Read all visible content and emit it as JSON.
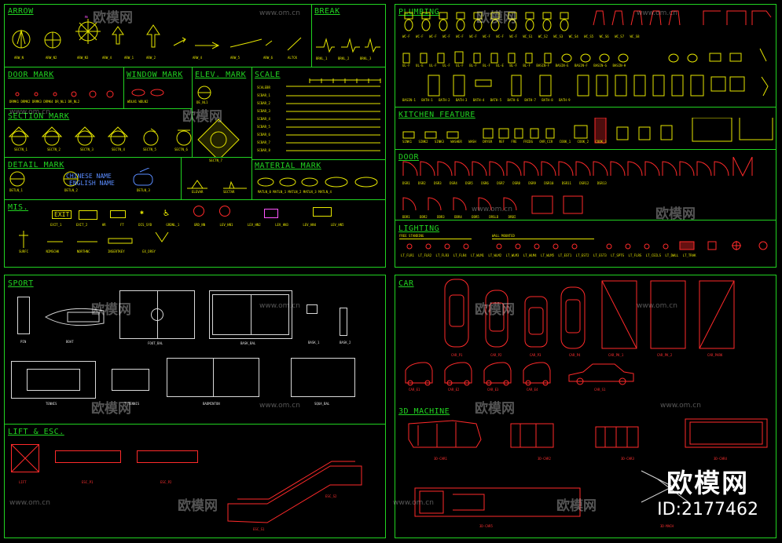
{
  "sections": {
    "arrow": "ARROW",
    "break": "BREAK",
    "door_mark": "DOOR MARK",
    "window_mark": "WINDOW MARK",
    "elev_mark": "ELEV. MARK",
    "scale": "SCALE",
    "section_mark": "SECTION MARK",
    "detail_mark": "DETAIL MARK",
    "material_mark": "MATERIAL MARK",
    "mis": "MIS.",
    "plumbing": "PLUMBING",
    "kitchen": "KITCHEN FEATURE",
    "door": "DOOR",
    "lighting": "LIGHTING",
    "sport": "SPORT",
    "lift": "LIFT & ESC.",
    "car": "CAR",
    "machine": "3D MACHINE"
  },
  "labels": {
    "chinese_name": "CHINESE NAME",
    "english_name": "ENGLISH NAME",
    "exit": "EXIT",
    "lift": "LIFT",
    "esc_p1": "ESC_P1",
    "esc_p2": "ESC_P2",
    "esc_s1": "ESC_S1",
    "esc_s2": "ESC_S2",
    "car_p1": "CAR_P1",
    "car_p2": "CAR_P2",
    "car_p3": "CAR_P3",
    "car_p4": "CAR_P4",
    "car_pk1": "CAR_PK_1",
    "car_pk2": "CAR_PK_2",
    "car_park": "CAR_PARK",
    "car_e1": "CAR_E1",
    "car_e2": "CAR_E2",
    "car_e3": "CAR_E3",
    "car_e4": "CAR_E4",
    "car_s1": "CAR_S1",
    "free_standing": "FREE STANDING",
    "wall_mounted": "WALL MOUNTED",
    "pin": "PIN",
    "boat": "BOAT",
    "foot_bal": "FOOT_BAL",
    "bask_bal": "BASK_BAL",
    "badminton": "BADMINTON",
    "tennis": "TENNIS",
    "squa_bal": "SQUA_BAL",
    "machine_1": "3D-CAR1",
    "machine_2": "3D-CAR2",
    "machine_3": "3D-CAR3",
    "machine_4": "3D-CAR4",
    "machine_5": "3D-CAR5",
    "machine_6": "3D-MACH"
  },
  "watermark": {
    "brand": "欧模网",
    "url": "www.om.cn"
  },
  "stamp": {
    "brand": "欧模网",
    "id": "ID:2177462"
  },
  "colors": {
    "frame": "#21d321",
    "yellow": "#e6e600",
    "red": "#ff2a2a",
    "white": "#e0e0e0",
    "blue": "#5a8cff"
  }
}
